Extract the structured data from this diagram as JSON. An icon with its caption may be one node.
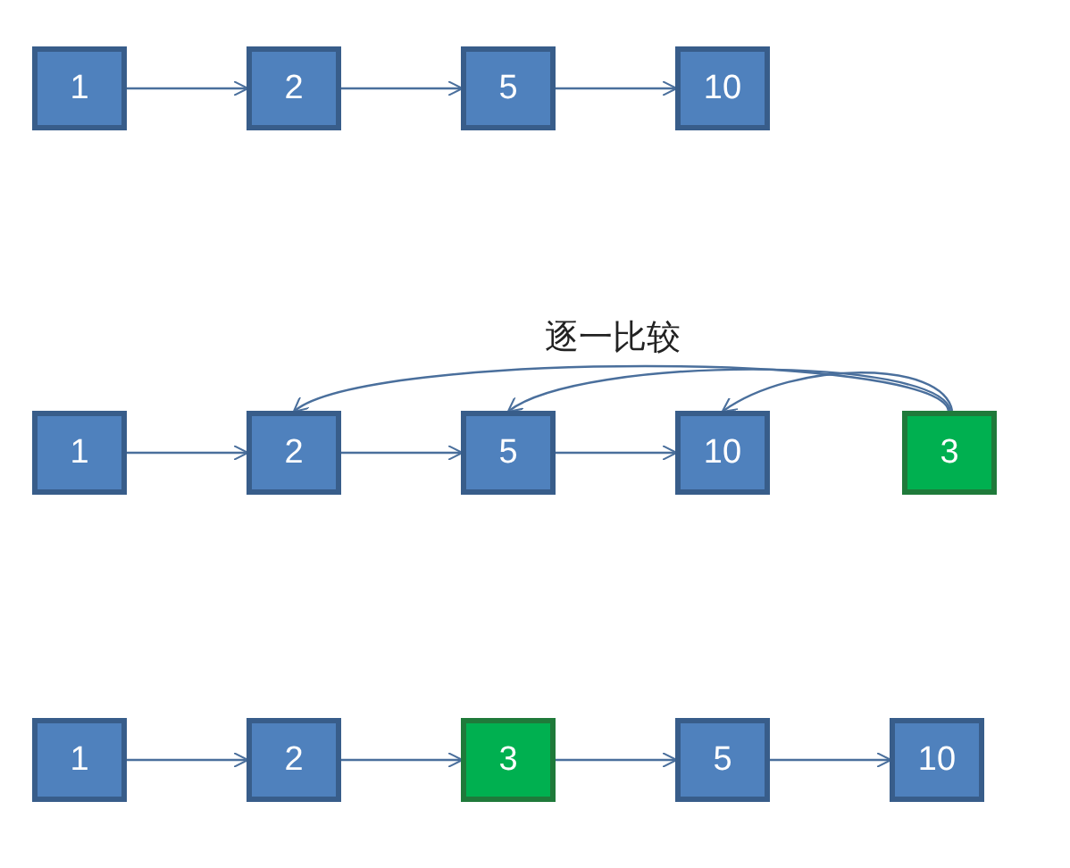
{
  "diagram": {
    "nodes": [
      {
        "text": [
          "1"
        ]
      },
      {
        "text": [
          "2"
        ]
      },
      {
        "text": [
          "5"
        ]
      },
      {
        "text": [
          "10"
        ]
      },
      {
        "text": [
          "1"
        ]
      },
      {
        "text": [
          "2"
        ]
      },
      {
        "text": [
          "5"
        ]
      },
      {
        "text": [
          "10"
        ]
      },
      {
        "text": [
          "3"
        ]
      },
      {
        "text": [
          "1"
        ]
      },
      {
        "text": [
          "2"
        ]
      },
      {
        "text": [
          "3"
        ]
      },
      {
        "text": [
          "5"
        ]
      },
      {
        "text": [
          "10"
        ]
      }
    ],
    "edges": [
      {
        "from": 0,
        "to": 1,
        "arrow": "to"
      },
      {
        "from": 1,
        "to": 2,
        "arrow": "to"
      },
      {
        "from": 2,
        "to": 3,
        "arrow": "to"
      },
      {
        "from": 4,
        "to": 5,
        "arrow": "to"
      },
      {
        "from": 5,
        "to": 6,
        "arrow": "to"
      },
      {
        "from": 6,
        "to": 7,
        "arrow": "to"
      },
      {
        "from": 8,
        "to": 5,
        "arrow": "to"
      },
      {
        "from": 8,
        "to": 6,
        "arrow": "to"
      },
      {
        "from": 8,
        "to": 7,
        "arrow": "to"
      },
      {
        "from": 9,
        "to": 10,
        "arrow": "to"
      },
      {
        "from": 10,
        "to": 11,
        "arrow": "to"
      },
      {
        "from": 11,
        "to": 12,
        "arrow": "to"
      },
      {
        "from": 12,
        "to": 13,
        "arrow": "to"
      }
    ],
    "labels": [
      "逐一比较"
    ]
  }
}
